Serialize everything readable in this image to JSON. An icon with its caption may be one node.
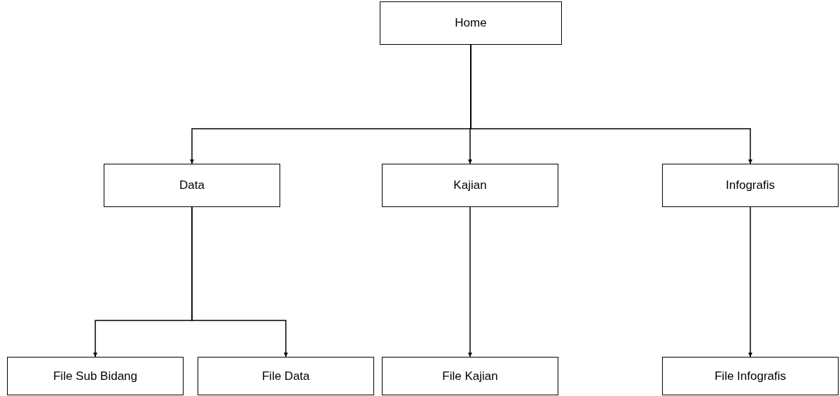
{
  "diagram": {
    "nodes": [
      {
        "text": [
          "Home"
        ]
      },
      {
        "text": [
          "Data"
        ]
      },
      {
        "text": [
          "Kajian"
        ]
      },
      {
        "text": [
          "Infografis"
        ]
      },
      {
        "text": [
          "File Sub Bidang"
        ]
      },
      {
        "text": [
          "File Data"
        ]
      },
      {
        "text": [
          "File Kajian"
        ]
      },
      {
        "text": [
          "File Infografis"
        ]
      }
    ],
    "edges": [
      {
        "from": 0,
        "to": 1,
        "arrow": "to"
      },
      {
        "from": 0,
        "to": 2,
        "arrow": "to"
      },
      {
        "from": 0,
        "to": 3,
        "arrow": "to"
      },
      {
        "from": 1,
        "to": 4,
        "arrow": "to"
      },
      {
        "from": 1,
        "to": 5,
        "arrow": "to"
      },
      {
        "from": 2,
        "to": 6,
        "arrow": "to"
      },
      {
        "from": 3,
        "to": 7,
        "arrow": "to"
      }
    ]
  }
}
